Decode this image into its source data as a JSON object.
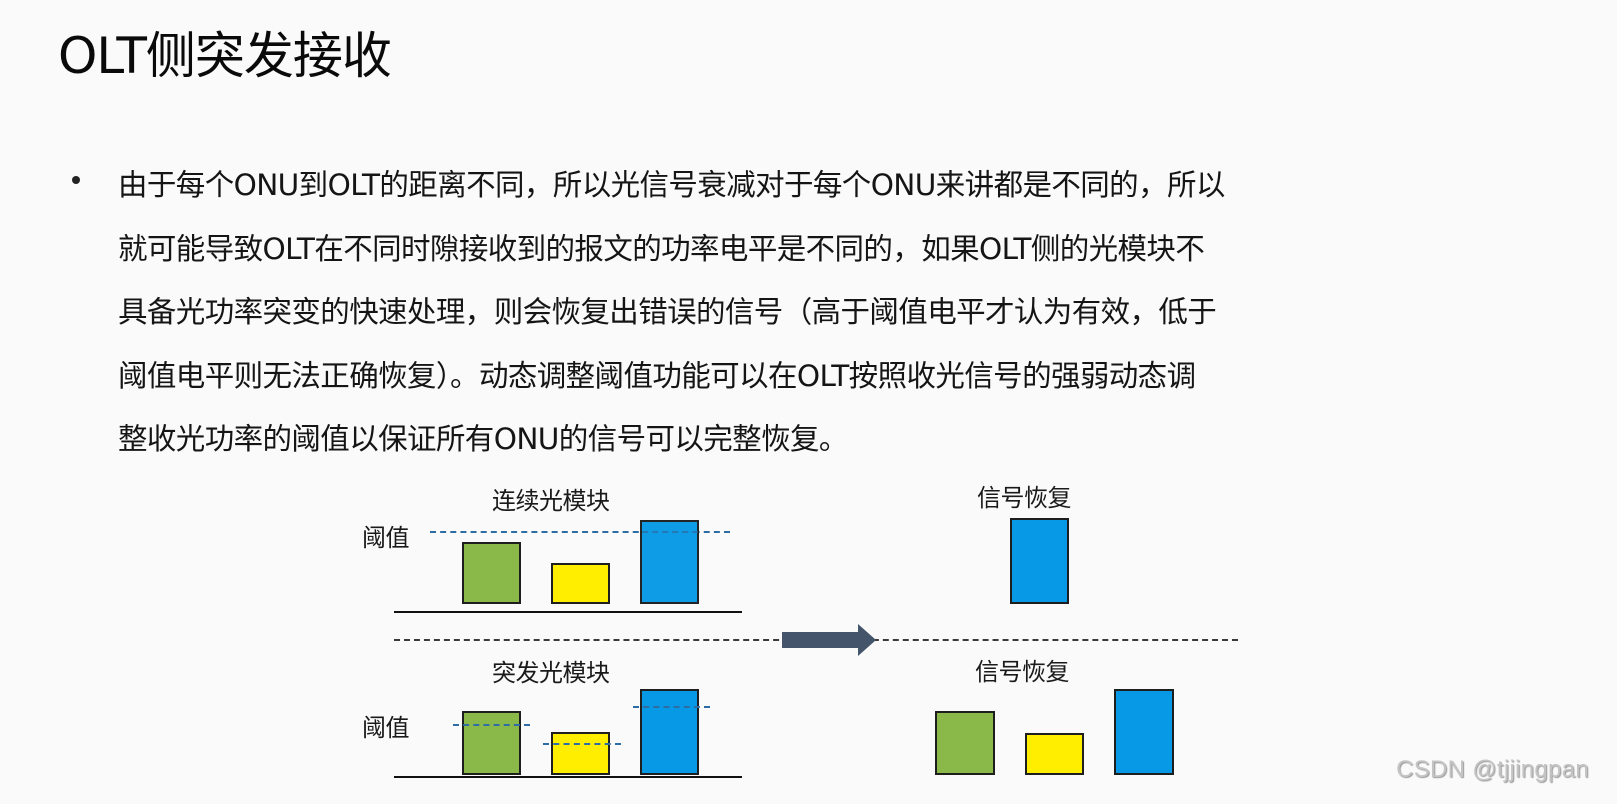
{
  "slide": {
    "title": "OLT侧突发接收",
    "bullet_lines": [
      "由于每个ONU到OLT的距离不同，所以光信号衰减对于每个ONU来讲都是不同的，所以",
      "就可能导致OLT在不同时隙接收到的报文的功率电平是不同的，如果OLT侧的光模块不",
      "具备光功率突变的快速处理，则会恢复出错误的信号（高于阈值电平才认为有效，低于",
      "阈值电平则无法正确恢复）。动态调整阈值功能可以在OLT按照收光信号的强弱动态调",
      "整收光功率的阈值以保证所有ONU的信号可以完整恢复。"
    ]
  },
  "diagram": {
    "top": {
      "module_label": "连续光模块",
      "threshold_label": "阈值",
      "result_label": "信号恢复",
      "bars": [
        {
          "color": "#8ab94a",
          "level": "medium"
        },
        {
          "color": "#ffee00",
          "level": "low"
        },
        {
          "color": "#0899e6",
          "level": "high"
        }
      ],
      "recovered": [
        {
          "color": "#0899e6"
        }
      ]
    },
    "bottom": {
      "module_label": "突发光模块",
      "threshold_label": "阈值",
      "result_label": "信号恢复",
      "bars": [
        {
          "color": "#8ab94a",
          "level": "medium"
        },
        {
          "color": "#ffee00",
          "level": "low"
        },
        {
          "color": "#0899e6",
          "level": "high"
        }
      ],
      "recovered": [
        {
          "color": "#8ab94a"
        },
        {
          "color": "#ffee00"
        },
        {
          "color": "#0899e6"
        }
      ]
    },
    "arrow_color": "#44546a",
    "threshold_line_color": "#2e6da4"
  },
  "watermark": "CSDN @tjjingpan"
}
